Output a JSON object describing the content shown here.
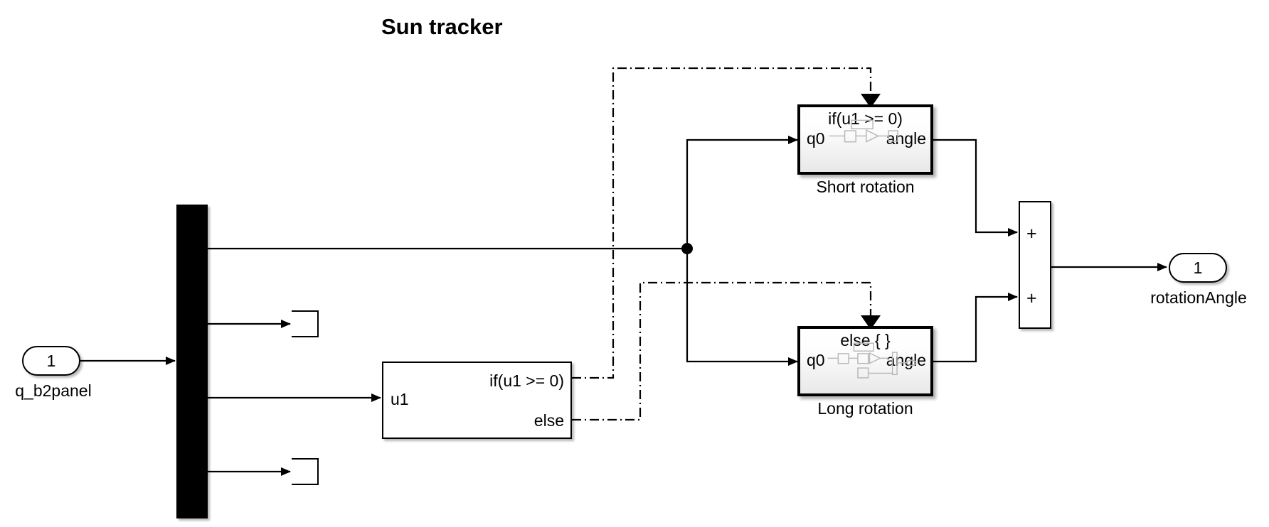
{
  "diagram": {
    "title": "Sun tracker",
    "type": "simulink-block-diagram"
  },
  "inport": {
    "number": "1",
    "caption": "q_b2panel"
  },
  "outport": {
    "number": "1",
    "caption": "rotationAngle"
  },
  "bus_selector": {
    "name": "bus-selector"
  },
  "terminators": [
    {
      "name": "terminator-1"
    },
    {
      "name": "terminator-2"
    }
  ],
  "if_block": {
    "input_label": "u1",
    "condition_label": "if(u1 >= 0)",
    "else_label": "else"
  },
  "subsystems": [
    {
      "title": "if(u1 >= 0)",
      "inport": "q0",
      "outport": "angle",
      "caption": "Short rotation"
    },
    {
      "title": "else { }",
      "inport": "q0",
      "outport": "angle",
      "caption": "Long rotation"
    }
  ],
  "sum_block": {
    "sign_top": "+",
    "sign_bottom": "+"
  },
  "colors": {
    "background": "#ffffff",
    "line": "#000000",
    "block_fill": "#ffffff",
    "subsystem_gradient_end": "#e8e8e8",
    "bus_fill": "#000000"
  }
}
